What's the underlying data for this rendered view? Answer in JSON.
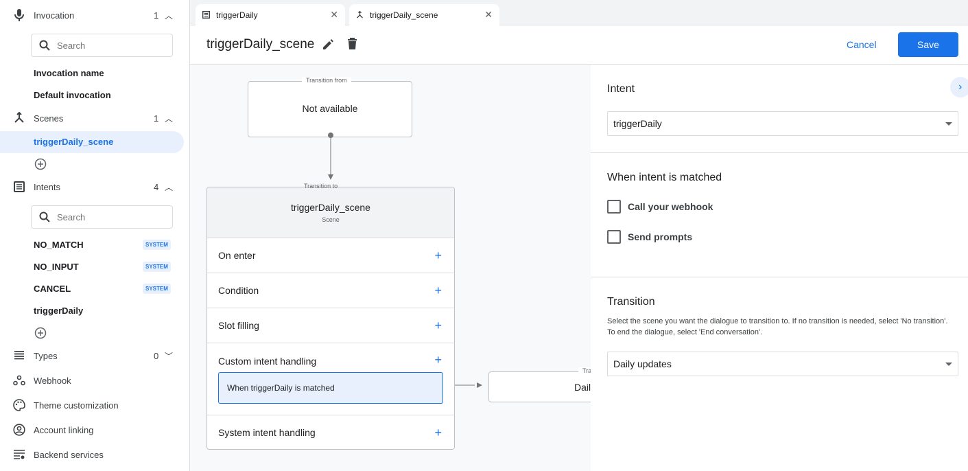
{
  "sidebar": {
    "invocation": {
      "label": "Invocation",
      "count": "1",
      "search_placeholder": "Search",
      "items": [
        "Invocation name",
        "Default invocation"
      ]
    },
    "scenes": {
      "label": "Scenes",
      "count": "1",
      "items": [
        "triggerDaily_scene"
      ]
    },
    "intents": {
      "label": "Intents",
      "count": "4",
      "search_placeholder": "Search",
      "items": [
        {
          "label": "NO_MATCH",
          "badge": "SYSTEM"
        },
        {
          "label": "NO_INPUT",
          "badge": "SYSTEM"
        },
        {
          "label": "CANCEL",
          "badge": "SYSTEM"
        },
        {
          "label": "triggerDaily"
        }
      ]
    },
    "types": {
      "label": "Types",
      "count": "0"
    },
    "others": [
      "Webhook",
      "Theme customization",
      "Account linking",
      "Backend services"
    ]
  },
  "tabs": [
    {
      "label": "triggerDaily",
      "icon": "intent-icon"
    },
    {
      "label": "triggerDaily_scene",
      "icon": "scene-icon",
      "active": true
    }
  ],
  "header": {
    "title": "triggerDaily_scene",
    "cancel": "Cancel",
    "save": "Save"
  },
  "canvas": {
    "from": {
      "legend": "Transition from",
      "text": "Not available"
    },
    "to": {
      "legend": "Transition to",
      "title": "triggerDaily_scene",
      "subtitle": "Scene",
      "rows": [
        "On enter",
        "Condition",
        "Slot filling",
        "Custom intent handling",
        "System intent handling"
      ],
      "handler": "When triggerDaily is matched"
    },
    "next": {
      "legend": "Transition to",
      "text": "Daily updates"
    }
  },
  "panel": {
    "intent_heading": "Intent",
    "intent_value": "triggerDaily",
    "matched_heading": "When intent is matched",
    "checkboxes": [
      "Call your webhook",
      "Send prompts"
    ],
    "transition_heading": "Transition",
    "transition_help": "Select the scene you want the dialogue to transition to. If no transition is needed, select 'No transition'. To end the dialogue, select 'End conversation'.",
    "transition_value": "Daily updates"
  },
  "colors": {
    "accent": "#1a73e8",
    "active_bg": "#e8f0fe"
  }
}
